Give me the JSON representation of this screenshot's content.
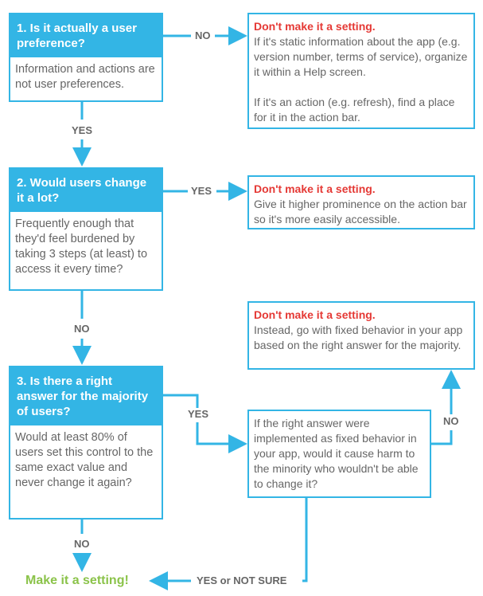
{
  "questions": [
    {
      "title": "1. Is it actually a user preference?",
      "body": "Information and actions are not user preferences."
    },
    {
      "title": "2. Would users change it a lot?",
      "body": "Frequently enough that they'd feel burdened by taking 3 steps (at least) to access it every time?"
    },
    {
      "title": "3. Is there a right answer for the majority of users?",
      "body": "Would at least 80% of users set this control to the same exact value and never change it again?"
    }
  ],
  "outcomes": {
    "heading": "Don't make it a setting.",
    "o1_line1": "If it's static information about the app (e.g. version number, terms of service), organize it within a Help screen.",
    "o1_line2": "If it's an action (e.g. refresh), find a place for it in the action bar.",
    "o2": "Give it higher prominence on the action bar so it's more easily accessible.",
    "o3": "Instead, go with fixed behavior in your app based on the right answer for the majority."
  },
  "q4": "If the right answer were implemented as fixed behavior in your app, would it cause harm to the minority who wouldn't be able to change it?",
  "labels": {
    "no1": "NO",
    "yes1": "YES",
    "yes2": "YES",
    "no2": "NO",
    "yes3": "YES",
    "no3": "NO",
    "no4": "NO",
    "yes_not_sure": "YES or NOT SURE"
  },
  "final": "Make it a setting!",
  "colors": {
    "accent": "#33b5e5",
    "red": "#e53935",
    "green": "#8bc34a",
    "text": "#666666"
  }
}
